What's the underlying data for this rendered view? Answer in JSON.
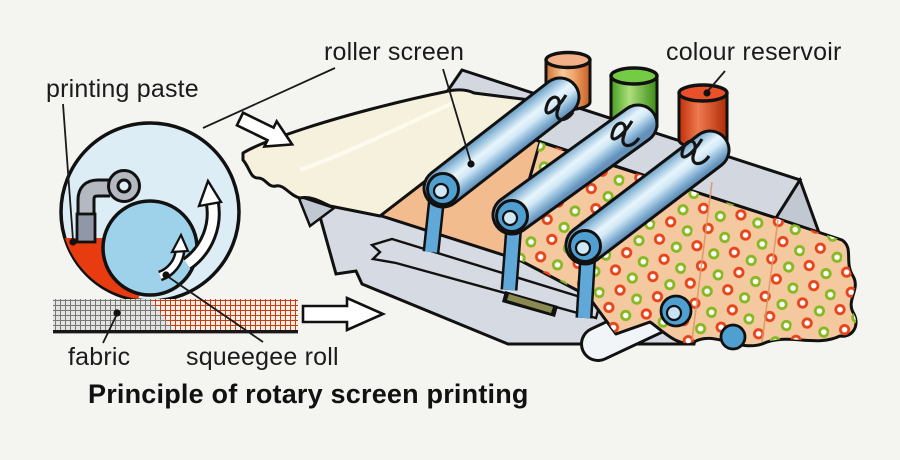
{
  "caption": {
    "title": "Principle of rotary screen printing"
  },
  "labels": {
    "printing_paste": "printing paste",
    "roller_screen": "roller screen",
    "colour_reservoir": "colour reservoir",
    "fabric": "fabric",
    "squeegee_roll": "squeegee roll"
  },
  "arrows": {
    "feed_arrow": "down-right",
    "output_arrow": "right",
    "screen_rotation": "counterclockwise",
    "squeegee_rotation": "counterclockwise"
  },
  "colors": {
    "background": "#f4f4f1",
    "screen_section_fill": "#dcedf5",
    "squeegee_roll_fill": "#9ed2ea",
    "printing_paste": "#e83c10",
    "machine_gray": "#d6dae2",
    "machine_gray_dark": "#c2c8d2",
    "bed_orange": "#f2bc8e",
    "fabric_cream": "#f6f1dc",
    "roller_blue": "#bcdcf0",
    "reservoir_1_top": "#f2b088",
    "reservoir_2_top": "#74cc44",
    "reservoir_3_top": "#ea512a",
    "printed_fabric": "#f5c9a0",
    "dot_red": "#e8441a",
    "dot_green": "#86b822"
  }
}
